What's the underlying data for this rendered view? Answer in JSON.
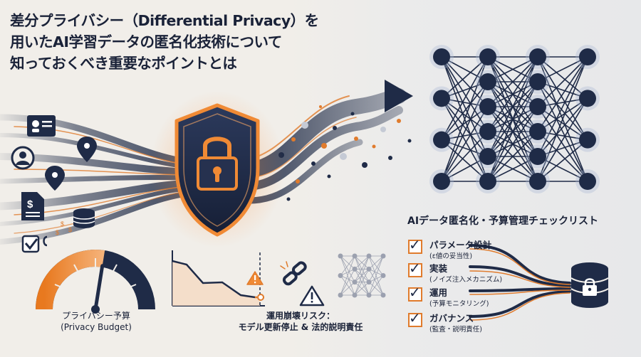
{
  "title": {
    "line1": "差分プライバシー（Differential Privacy）を",
    "line2": "用いたAI学習データの匿名化技術について",
    "line3": "知っておくべき重要なポイントとは"
  },
  "budget": {
    "label_jp": "プライバシー予算",
    "label_en": "(Privacy Budget)",
    "level": 0.55
  },
  "risk": {
    "line1": "運用崩壊リスク：",
    "line2": "モデル更新停止 & 法的説明責任"
  },
  "checklist": {
    "title": "AIデータ匿名化・予算管理チェックリスト",
    "items": [
      {
        "main": "パラメータ設計",
        "sub": "(ε値の妥当性)"
      },
      {
        "main": "実装",
        "sub": "(ノイズ注入メカニズム)"
      },
      {
        "main": "運用",
        "sub": "(予算モニタリング)"
      },
      {
        "main": "ガバナンス",
        "sub": "(監査・説明責任)"
      }
    ]
  },
  "icons": {
    "source_icons": [
      "id-card-icon",
      "user-icon",
      "location-pin-icon",
      "location-pin-icon",
      "document-dollar-icon",
      "database-icon",
      "checklist-icon"
    ],
    "shield": "shield-lock-icon",
    "network": "neural-network-icon",
    "db_lock": "database-lock-icon",
    "broken_link": "broken-chain-icon",
    "warning": "warning-icon"
  },
  "colors": {
    "navy": "#1f2b47",
    "orange": "#e07b2c",
    "background": "#f1eee9"
  }
}
